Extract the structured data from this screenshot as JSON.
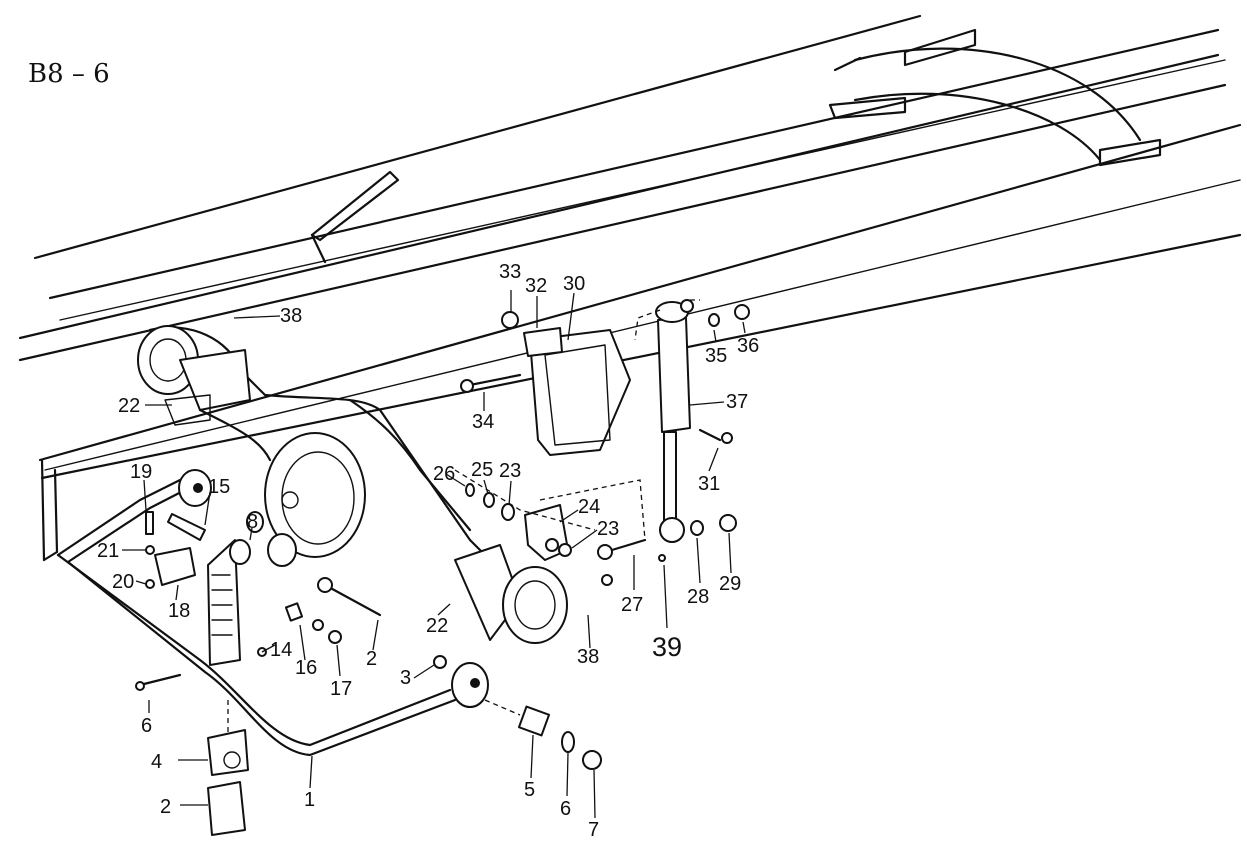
{
  "page_code": "B8 – 6",
  "callouts": {
    "c1": "1",
    "c2a": "2",
    "c2b": "2",
    "c3": "3",
    "c4": "4",
    "c5": "5",
    "c6a": "6",
    "c6b": "6",
    "c7": "7",
    "c8": "8",
    "c14": "14",
    "c15": "15",
    "c16": "16",
    "c17": "17",
    "c18": "18",
    "c19": "19",
    "c20": "20",
    "c21": "21",
    "c22a": "22",
    "c22b": "22",
    "c23a": "23",
    "c23b": "23",
    "c24": "24",
    "c25": "25",
    "c26": "26",
    "c27": "27",
    "c28": "28",
    "c29": "29",
    "c30": "30",
    "c31": "31",
    "c32": "32",
    "c33": "33",
    "c34": "34",
    "c35": "35",
    "c36": "36",
    "c37": "37",
    "c38a": "38",
    "c38b": "38",
    "c39": "39"
  }
}
